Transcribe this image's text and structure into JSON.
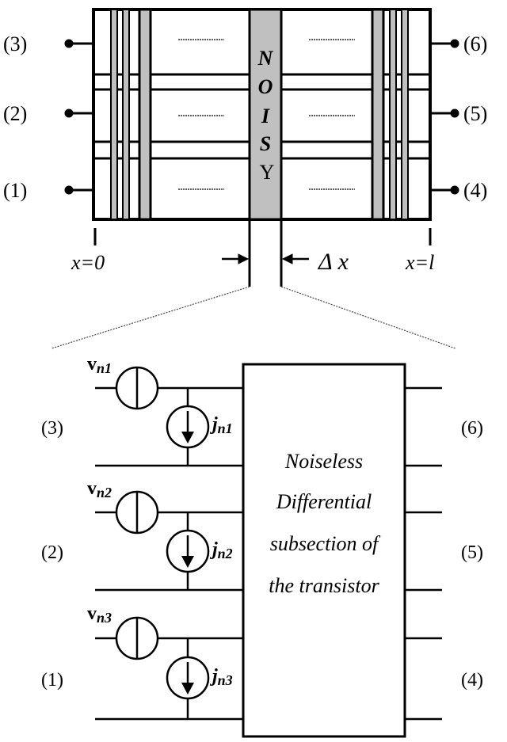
{
  "top": {
    "port_labels_left": [
      "(3)",
      "(2)",
      "(1)"
    ],
    "port_labels_right": [
      "(6)",
      "(5)",
      "(4)"
    ],
    "noisy_letters": [
      "N",
      "O",
      "I",
      "S",
      "Y"
    ],
    "x0_label": "x=0",
    "xl_label": "x=l",
    "delta_label": "Δ x"
  },
  "bottom": {
    "port_labels_left": [
      "(3)",
      "(2)",
      "(1)"
    ],
    "port_labels_right": [
      "(6)",
      "(5)",
      "(4)"
    ],
    "v_sources": [
      {
        "base": "v",
        "sub": "n1"
      },
      {
        "base": "v",
        "sub": "n2"
      },
      {
        "base": "v",
        "sub": "n3"
      }
    ],
    "j_sources": [
      {
        "base": "j",
        "sub": "n1"
      },
      {
        "base": "j",
        "sub": "n2"
      },
      {
        "base": "j",
        "sub": "n3"
      }
    ],
    "box_lines": [
      "Noiseless",
      "Differential",
      "subsection of",
      "the transistor"
    ]
  },
  "colors": {
    "stroke": "#000000",
    "noisy_fill": "#c0c0c0",
    "stripe_fill": "#c0c0c0"
  }
}
